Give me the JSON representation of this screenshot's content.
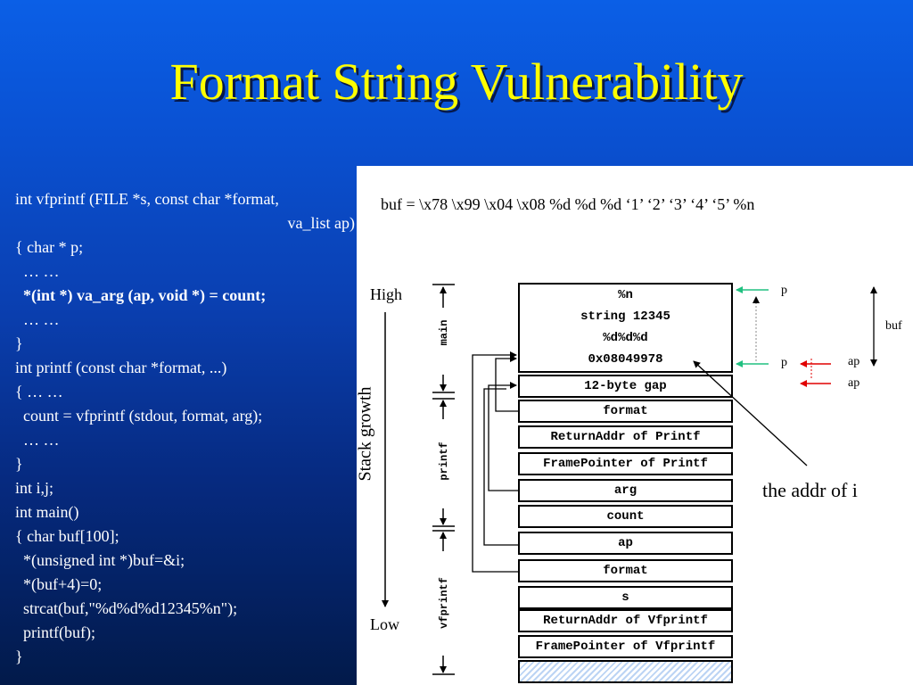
{
  "title": "Format String Vulnerability",
  "code": {
    "line1": "int vfprintf (FILE *s, const char *format,",
    "line2": "va_list ap)",
    "line3": "{ char * p;",
    "line4": "  … …",
    "line5": "  *(int *) va_arg (ap, void *) = count;",
    "line6": "  … …",
    "line7": "}",
    "line8": "int printf (const char *format, ...)",
    "line9": "{ … …",
    "line10": "  count = vfprintf (stdout, format, arg);",
    "line11": "  … …",
    "line12": "}",
    "line13": "int i,j;",
    "line14": "int main()",
    "line15": "{ char buf[100];",
    "line16": "  *(unsigned int *)buf=&i;",
    "line17": "  *(buf+4)=0;",
    "line18": "  strcat(buf,\"%d%d%d12345%n\");",
    "line19": "  printf(buf);",
    "line20": "}"
  },
  "diagram": {
    "buf_line": "buf = \\x78 \\x99 \\x04 \\x08 %d %d %d ‘1’ ‘2’ ‘3’ ‘4’ ‘5’ %n",
    "high": "High",
    "low": "Low",
    "stack_growth": "Stack growth",
    "frame_main": "main",
    "frame_printf": "printf",
    "frame_vfprintf": "vfprintf",
    "buf_rows": [
      "%n",
      "string 12345",
      "%d%d%d",
      "0x08049978"
    ],
    "cells": {
      "gap": "12-byte gap",
      "format_p": "format",
      "ret_printf": "ReturnAddr of Printf",
      "fp_printf": "FramePointer of Printf",
      "arg": "arg",
      "count": "count",
      "ap": "ap",
      "format_v": "format",
      "s": "s",
      "ret_vfprintf": "ReturnAddr of Vfprintf",
      "fp_vfprintf": "FramePointer of Vfprintf"
    },
    "p_top": "p",
    "p_mid": "p",
    "ap1": "ap",
    "ap2": "ap",
    "buf_label": "buf",
    "addr_of_i": "the addr of i"
  },
  "colors": {
    "title": "#ffff00",
    "arrow_green": "#20c080",
    "arrow_red": "#e00000"
  }
}
